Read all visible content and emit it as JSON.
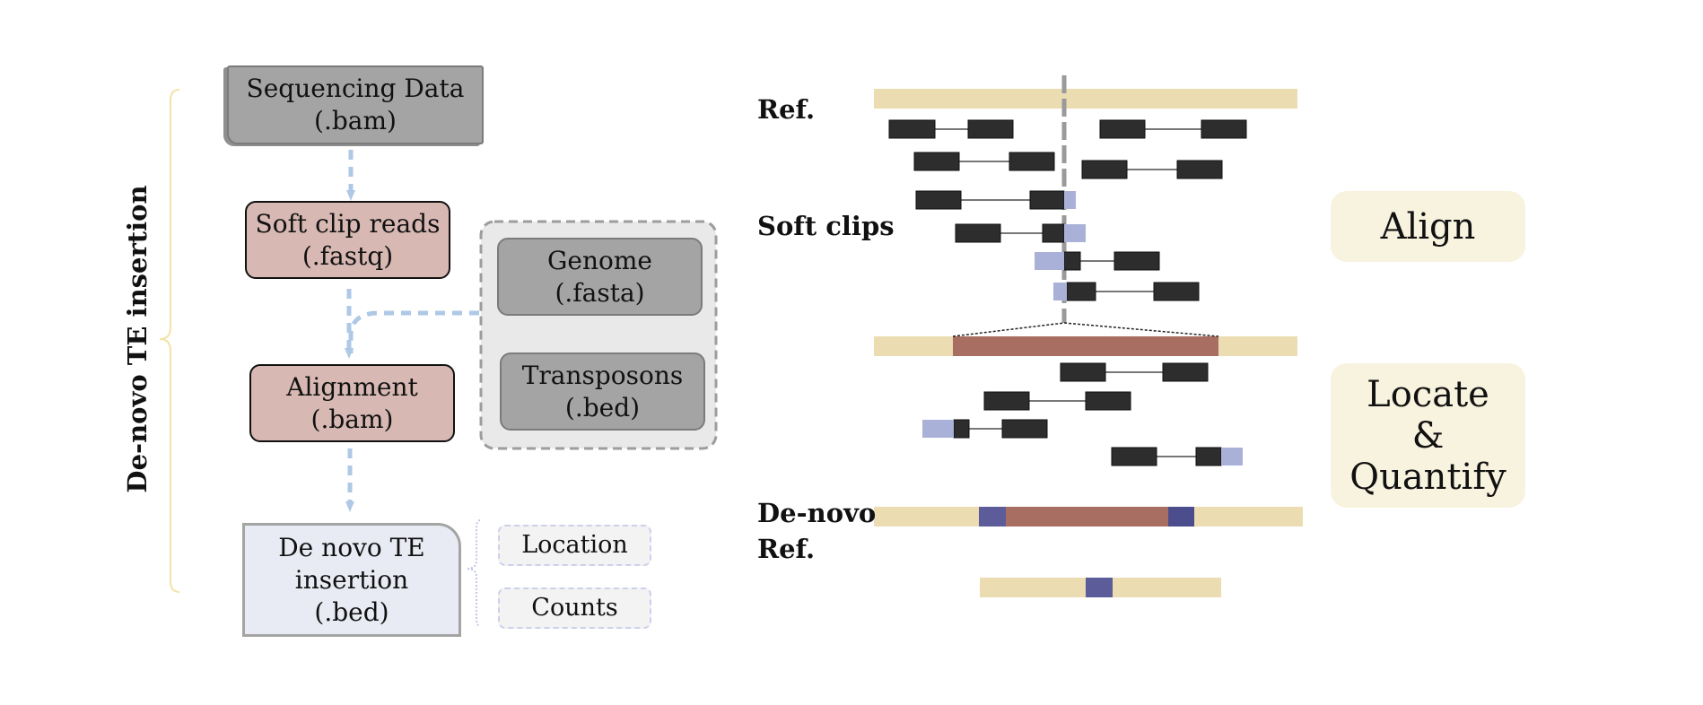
{
  "flow": {
    "group_label": "De-novo TE insertion",
    "sequencing": [
      "Sequencing Data",
      "(.bam)"
    ],
    "softclip": [
      "Soft clip reads",
      "(.fastq)"
    ],
    "genome": [
      "Genome",
      "(.fasta)"
    ],
    "transposons": [
      "Transposons",
      "(.bed)"
    ],
    "alignment": [
      "Alignment",
      "(.bam)"
    ],
    "result": [
      "De novo TE",
      "insertion",
      "(.bed)"
    ],
    "outputs": [
      "Location",
      "Counts"
    ]
  },
  "schematic": {
    "ref_label": "Ref.",
    "softclips_label": "Soft clips",
    "denovo_label": "De-novo",
    "denovo_label2": "Ref."
  },
  "steps": {
    "align": "Align",
    "locate": [
      "Locate",
      "&",
      "Quantify"
    ]
  },
  "colors": {
    "reference": "#ecdcb2",
    "transposon": "#a96e62",
    "read": "#2d2d2d",
    "softclip": "#aab1d8",
    "junction": "#5b5c99",
    "reads_box": "#d7b8b3",
    "inputs_box": "#a4a4a4",
    "result_box": "#e9ebf4",
    "step_box": "#f8f3df",
    "arrow": "#aec8e6"
  }
}
